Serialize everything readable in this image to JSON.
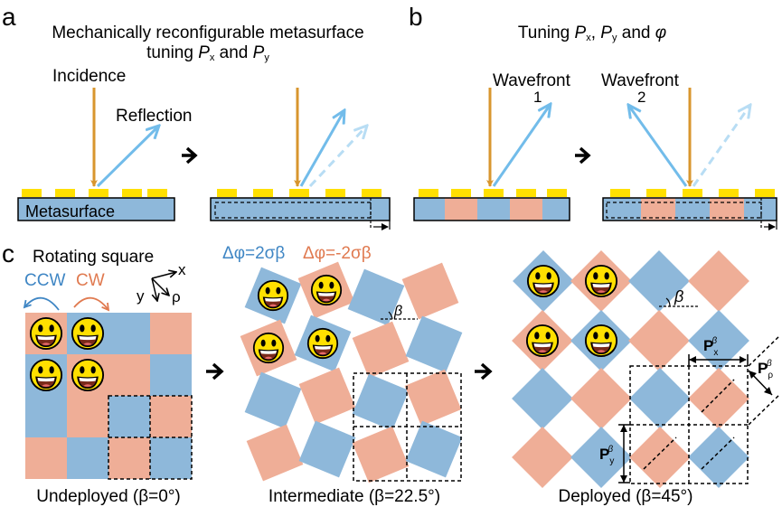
{
  "panels": {
    "a": {
      "letter": "a",
      "title_line1": "Mechanically reconfigurable metasurface",
      "title_line2_prefix": "tuning ",
      "title_line2_and": " and ",
      "incidence": "Incidence",
      "reflection": "Reflection",
      "metasurface": "Metasurface"
    },
    "b": {
      "letter": "b",
      "title_prefix": "Tuning ",
      "title_and": " and ",
      "title_phi": "φ",
      "wavefront": "Wavefront",
      "wavefront1_num": "1",
      "wavefront2_num": "2"
    },
    "c": {
      "letter": "c",
      "rotating_square": "Rotating square",
      "ccw": "CCW",
      "cw": "CW",
      "axis_x": "x",
      "axis_y": "y",
      "axis_rho": "ρ",
      "phase_pos": "Δφ=2σβ",
      "phase_neg": "Δφ=-2σβ",
      "beta": "β",
      "undeployed": "Undeployed (β=0°)",
      "intermediate": "Intermediate (β=22.5°)",
      "deployed": "Deployed (β=45°)"
    },
    "symbols": {
      "P": "P",
      "x": "x",
      "y": "y",
      "rho": "ρ",
      "beta": "β"
    }
  },
  "colors": {
    "blue": "#8EB8DA",
    "salmon": "#EFAE97",
    "gold": "#D8962E",
    "arrow_blue": "#72BCEA",
    "yellow": "#FFE000",
    "phase_blue": "#3F86C4",
    "phase_orange": "#E07A50"
  }
}
